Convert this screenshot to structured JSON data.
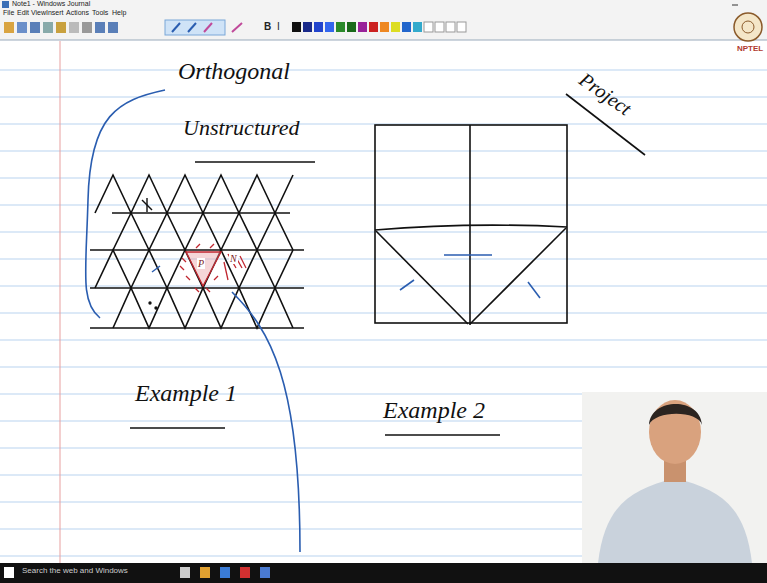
{
  "diagram": {
    "labels": [
      "Note1 - Windows Journal",
      "File",
      "Edit",
      "View",
      "Insert",
      "Actions",
      "Tools",
      "Help",
      "NPTEL",
      "Orthogonal",
      "Unstructured",
      "Project",
      "P",
      "N",
      "Example 1",
      "Example 2",
      "Search the web and Windows",
      "B",
      "I"
    ]
  }
}
